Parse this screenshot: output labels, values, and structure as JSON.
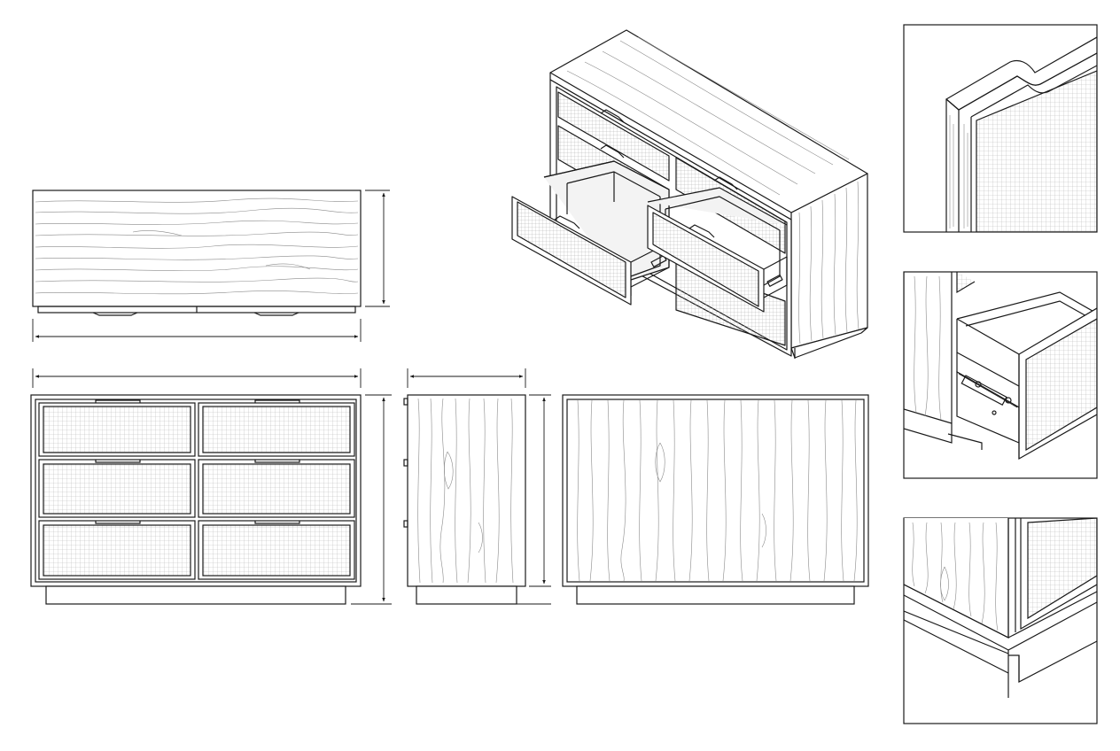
{
  "sheet": {
    "subject": "six-drawer-dresser",
    "views": [
      "top-view",
      "front-view",
      "side-view",
      "back-view",
      "isometric-view",
      "detail-drawer-corner",
      "detail-drawer-slide",
      "detail-plinth-corner"
    ]
  },
  "colors": {
    "line": "#1a1a1a",
    "grain": "#8a8a8a",
    "mesh": "#b8b8b8",
    "background": "#ffffff",
    "fill": "#ffffff",
    "shade": "#f3f3f3"
  }
}
